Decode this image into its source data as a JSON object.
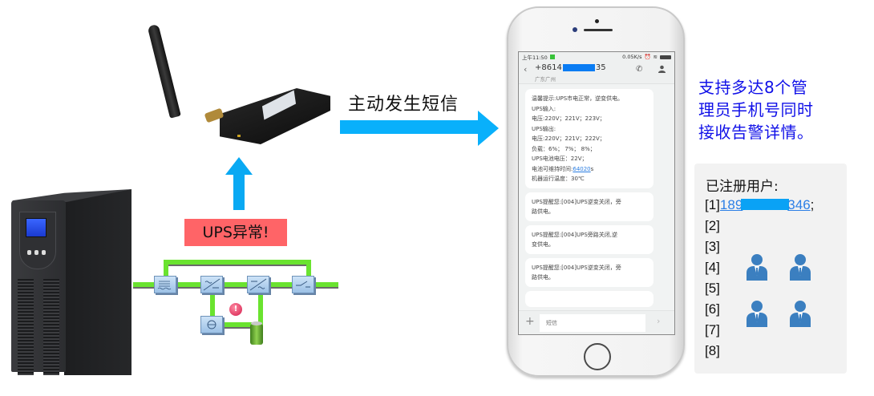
{
  "diagram": {
    "title": "UPS SMS alarm flow"
  },
  "ups_device": {
    "name": "UPS tower"
  },
  "gsm_modem": {
    "name": "GSM SMS modem"
  },
  "alert": {
    "label": "UPS异常!",
    "color": "#ff6467"
  },
  "arrow": {
    "label": "主动发生短信",
    "color": "#09b0fb"
  },
  "phone": {
    "statusbar": {
      "time": "上午11:50",
      "speed": "0.05K/s"
    },
    "contact": {
      "number_prefix": "+8614",
      "number_suffix": "35",
      "location": "广东广州"
    },
    "icons": {
      "back": "‹",
      "call": "✆",
      "person": "👤"
    },
    "messages": [
      {
        "lines": [
          "温馨提示:UPS市电正常，逆变供电。",
          "UPS输入:",
          "电压:220V；221V；223V；",
          "UPS输出:",
          "电压:220V；221V；222V；",
          "负载：6%；  7%；  8%；",
          "UPS电池电压：22V；"
        ],
        "runtime_label": "电池可维持时间:",
        "runtime_value": "64020",
        "runtime_unit": "s",
        "temp_line": "机器运行温度：30℃"
      },
      {
        "line1": "UPS提醒您:[004]UPS逆变关闭，旁",
        "line2": "路供电。"
      },
      {
        "line1": "UPS提醒您:[004]UPS旁路关闭,逆",
        "line2": "变供电。"
      },
      {
        "line1": "UPS提醒您:[004]UPS逆变关闭，旁",
        "line2": "路供电。"
      }
    ],
    "composer": {
      "plus": "+",
      "placeholder": "短信",
      "send": "›"
    }
  },
  "feature": {
    "line1": "支持多达8个管",
    "line2": "理员手机号同时",
    "line3": "接收告警详情。",
    "color": "#1010e8"
  },
  "users": {
    "title": "已注册用户:",
    "slots": [
      {
        "index": "[1]",
        "phone_prefix": "189",
        "phone_suffix": "346",
        "sep": ";"
      },
      {
        "index": "[2]"
      },
      {
        "index": "[3]"
      },
      {
        "index": "[4]"
      },
      {
        "index": "[5]"
      },
      {
        "index": "[6]"
      },
      {
        "index": "[7]"
      },
      {
        "index": "[8]"
      }
    ],
    "icon": "admin-user-icon",
    "icon_color": "#3b7fc0"
  }
}
